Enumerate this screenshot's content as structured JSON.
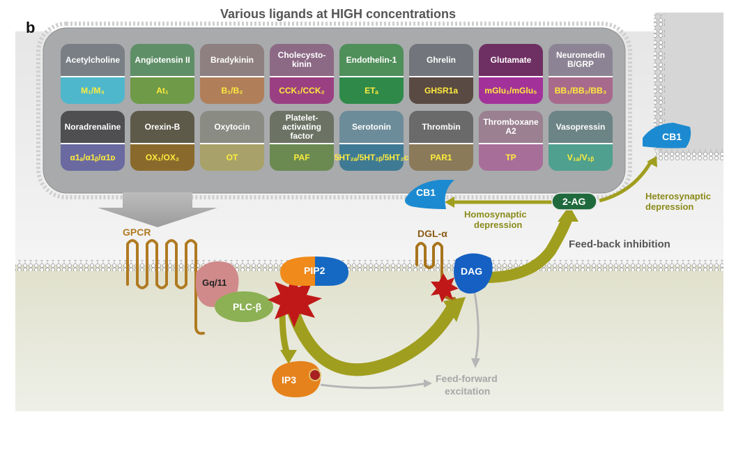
{
  "panel_letter": "b",
  "title": "Various ligands at HIGH concentrations",
  "tiles": [
    {
      "ligand": "Acetylcholine",
      "receptor": "M₁/M₃",
      "top": "#7a7f86",
      "bottom": "#4fb7cc"
    },
    {
      "ligand": "Angiotensin II",
      "receptor": "At₁",
      "top": "#5f8f67",
      "bottom": "#6f9a48"
    },
    {
      "ligand": "Bradykinin",
      "receptor": "B₁/B₂",
      "top": "#8e7f80",
      "bottom": "#b07f5a"
    },
    {
      "ligand": "Cholecysto-kinin",
      "receptor": "CCK₁/CCK₂",
      "top": "#8c6a86",
      "bottom": "#9a3f82"
    },
    {
      "ligand": "Endothelin-1",
      "receptor": "ETₐ",
      "top": "#4f8f5a",
      "bottom": "#2f8a4a"
    },
    {
      "ligand": "Ghrelin",
      "receptor": "GHSR1a",
      "top": "#72767c",
      "bottom": "#5a4a44"
    },
    {
      "ligand": "Glutamate",
      "receptor": "mGlu₁/mGlu₅",
      "top": "#6e2f62",
      "bottom": "#a2329a"
    },
    {
      "ligand": "Neuromedin B/GRP",
      "receptor": "BB₁/BB₂/BB₃",
      "top": "#8c8494",
      "bottom": "#a86a8c"
    },
    {
      "ligand": "Noradrenaline",
      "receptor": "α1ₐ/α1ᵦ/α1ᴅ",
      "top": "#4f4f52",
      "bottom": "#6a6aa0"
    },
    {
      "ligand": "Orexin-B",
      "receptor": "OX₁/OX₂",
      "top": "#5e5a4a",
      "bottom": "#8a6a2c"
    },
    {
      "ligand": "Oxytocin",
      "receptor": "OT",
      "top": "#8a8c84",
      "bottom": "#a8a26a"
    },
    {
      "ligand": "Platelet-activating factor",
      "receptor": "PAF",
      "top": "#6c7264",
      "bottom": "#6a8a52"
    },
    {
      "ligand": "Serotonin",
      "receptor": "5HT₂ₐ/5HT₂ᵦ/5HT₂ᴄ",
      "top": "#6d8c9a",
      "bottom": "#3f7a94"
    },
    {
      "ligand": "Thrombin",
      "receptor": "PAR1",
      "top": "#6a6a6a",
      "bottom": "#8a7a5a"
    },
    {
      "ligand": "Thromboxane A2",
      "receptor": "TP",
      "top": "#9a8090",
      "bottom": "#a86e9a"
    },
    {
      "ligand": "Vasopressin",
      "receptor": "V₁ₐ/V₁ᵦ",
      "top": "#6c8486",
      "bottom": "#4fa08e"
    }
  ],
  "labels": {
    "gpcr": "GPCR",
    "gq": "Gq/11",
    "plcb": "PLC-β",
    "pip2": "PIP2",
    "ip3": "IP3",
    "dgl": "DGL-α",
    "dag": "DAG",
    "two_ag": "2-AG",
    "cb1": "CB1",
    "homo_line1": "Homosynaptic",
    "homo_line2": "depression",
    "hetero_line1": "Heterosynaptic",
    "hetero_line2": "depression",
    "feedback": "Feed-back inhibition",
    "ff_line1": "Feed-forward",
    "ff_line2": "excitation"
  },
  "colors": {
    "arrow_olive": "#9b9a1c",
    "text_olive": "#8a8a1a",
    "cell_fill": "#d8d8b8",
    "membrane": "#bdbdbd",
    "cb1": "#1e88c8",
    "dag_blue": "#1565c0",
    "two_ag_green": "#1d6b3a",
    "gray_text": "#a0a0a0"
  }
}
